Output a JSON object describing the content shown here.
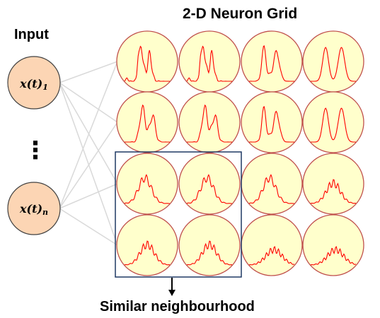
{
  "title": "2-D Neuron Grid",
  "input_label": "Input",
  "caption": "Similar neighbourhood",
  "inputs": [
    {
      "base": "x(t)",
      "sub": "1"
    },
    {
      "base": "x(t)",
      "sub": "n"
    }
  ],
  "ellipsis": "⋮",
  "colors": {
    "input_fill": "#fcd5b4",
    "neuron_fill": "#ffffcc",
    "neuron_stroke": "#c0504d",
    "curve": "#ff0000",
    "connection": "#d9d9d9",
    "box": "#1f3864"
  },
  "grid": {
    "rows": 4,
    "cols": 4,
    "highlight": {
      "rows": [
        2,
        3
      ],
      "cols": [
        0,
        1
      ]
    }
  }
}
